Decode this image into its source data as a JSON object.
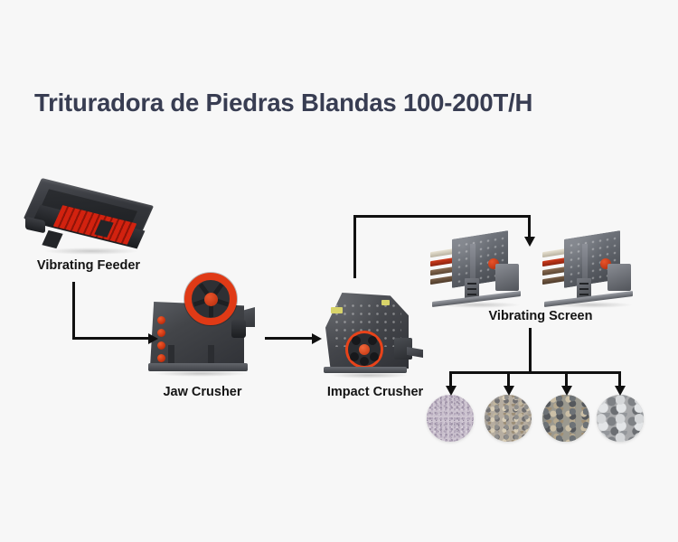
{
  "page": {
    "title": "Trituradora de Piedras Blandas 100-200T/H",
    "background_color": "#f7f7f7",
    "title_color": "#383d52",
    "label_color": "#141414",
    "connector_color": "#101010",
    "accent_red": "#e03a16"
  },
  "diagram": {
    "type": "process-flow",
    "nodes": [
      {
        "id": "vibrating-feeder",
        "label": "Vibrating Feeder",
        "order": 1
      },
      {
        "id": "jaw-crusher",
        "label": "Jaw Crusher",
        "order": 2
      },
      {
        "id": "impact-crusher",
        "label": "Impact Crusher",
        "order": 3
      },
      {
        "id": "vibrating-screen",
        "label": "Vibrating Screen",
        "order": 4,
        "unit_count": 2
      }
    ],
    "outputs": [
      {
        "id": "product-1",
        "description": "fine sand"
      },
      {
        "id": "product-2",
        "description": "small gravel"
      },
      {
        "id": "product-3",
        "description": "medium gravel"
      },
      {
        "id": "product-4",
        "description": "coarse crushed stone"
      }
    ],
    "flow_arrows": [
      {
        "from": "vibrating-feeder",
        "to": "jaw-crusher",
        "shape": "elbow-down-right"
      },
      {
        "from": "jaw-crusher",
        "to": "impact-crusher",
        "shape": "straight-right"
      },
      {
        "from": "impact-crusher",
        "to": "vibrating-screen",
        "shape": "elbow-up-right-down"
      },
      {
        "from": "vibrating-screen",
        "to": "products",
        "shape": "fan-out-four"
      }
    ]
  }
}
